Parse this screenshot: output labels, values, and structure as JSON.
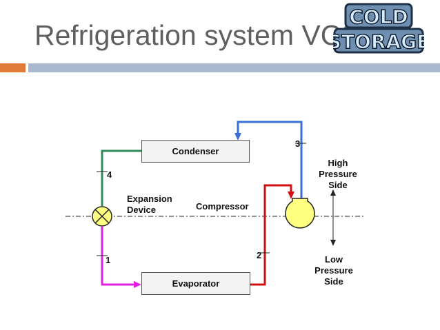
{
  "slide": {
    "title": "Refrigeration system VCS",
    "logo": {
      "line1": "COLD",
      "line2": "STORAGE"
    }
  },
  "diagram": {
    "condenser_label": "Condenser",
    "evaporator_label": "Evaporator",
    "compressor_label": "Compressor",
    "expansion_label_line1": "Expansion",
    "expansion_label_line2": "Device",
    "point_labels": [
      "1",
      "2",
      "3",
      "4"
    ],
    "high_pressure": [
      "High",
      "Pressure",
      "Side"
    ],
    "low_pressure": [
      "Low",
      "Pressure",
      "Side"
    ],
    "colors": {
      "condenser_to_expansion": "#2e8b57",
      "expansion_to_evaporator": "#e020e0",
      "evaporator_to_compressor": "#d01010",
      "compressor_to_condenser": "#3a6fd8",
      "compressor_fill": "#ffff80",
      "title_accent": "#e07b39",
      "title_bar": "#a8b9d0"
    }
  }
}
